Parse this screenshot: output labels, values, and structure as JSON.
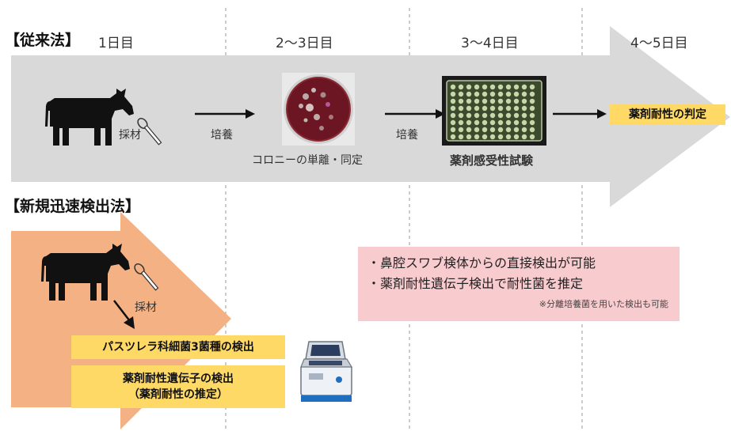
{
  "conventional": {
    "title": "【従来法】",
    "days": [
      "1日目",
      "2〜3日目",
      "3〜4日目",
      "4〜5日目"
    ],
    "sampling": "採材",
    "culture1": "培養",
    "culture2": "培養",
    "colony": "コロニーの単離・同定",
    "test": "薬剤感受性試験",
    "result": "薬剤耐性の判定"
  },
  "rapid": {
    "title": "【新規迅速検出法】",
    "sampling": "採材",
    "box1": "パスツレラ科細菌3菌種の検出",
    "box2_line1": "薬剤耐性遺伝子の検出",
    "box2_line2": "（薬剤耐性の推定）"
  },
  "notes": {
    "line1": "・鼻腔スワブ検体からの直接検出が可能",
    "line2": "・薬剤耐性遺伝子検出で耐性菌を推定",
    "footnote": "※分離培養菌を用いた検出も可能"
  },
  "colors": {
    "gray_arrow": "#d9d9d9",
    "orange_arrow": "#f4b183",
    "yellow_box": "#ffd966",
    "pink_box": "#f8cbcf"
  }
}
